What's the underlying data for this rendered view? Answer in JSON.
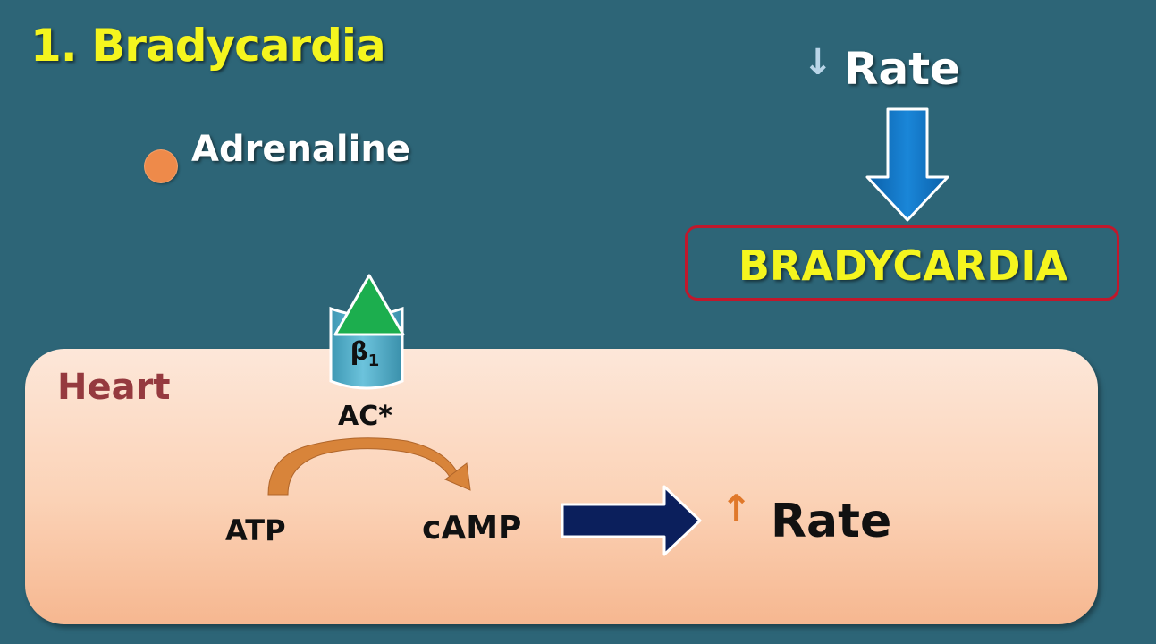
{
  "title": "1. Bradycardia",
  "adrenaline": {
    "label": "Adrenaline",
    "color": "#ee8a4a"
  },
  "top_rate": {
    "arrow": "↓",
    "label": "Rate"
  },
  "result": {
    "label": "BRADYCARDIA",
    "border_color": "#c0182c",
    "text_color": "#f5f51e"
  },
  "heart": {
    "label": "Heart"
  },
  "receptor": {
    "label": "β",
    "subscript": "1"
  },
  "enzyme": {
    "label": "AC*"
  },
  "reaction": {
    "substrate": "ATP",
    "product": "cAMP"
  },
  "effect": {
    "arrow": "↑",
    "label": "Rate"
  },
  "colors": {
    "background": "#2d6577",
    "title": "#f5f51e",
    "heart_label": "#953a3f",
    "receptor_body": "#4fb0cc",
    "receptor_ligand": "#1cae4e",
    "down_arrow": "#0a6fc2",
    "effect_arrow": "#0b1f5c",
    "curved_arrow": "#d8843a"
  }
}
